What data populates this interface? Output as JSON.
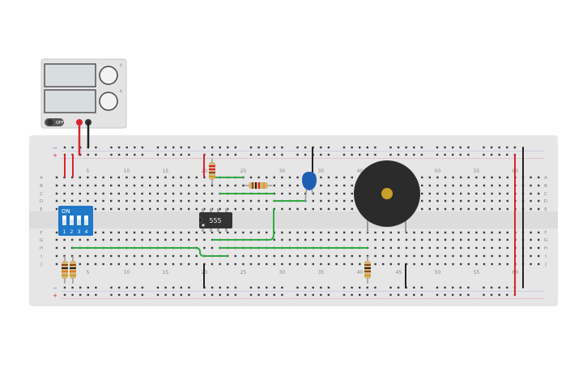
{
  "power_supply": {
    "power_label": "OFF",
    "knob_labels": [
      "V",
      "A"
    ]
  },
  "breadboard": {
    "column_numbers": [
      "5",
      "10",
      "15",
      "20",
      "25",
      "30",
      "35",
      "40",
      "45",
      "50",
      "55",
      "60"
    ],
    "rows_top": [
      "A",
      "B",
      "C",
      "D",
      "E"
    ],
    "rows_bottom": [
      "F",
      "G",
      "H",
      "I",
      "J"
    ],
    "rail_plus": "+",
    "rail_minus": "−"
  },
  "components": {
    "dip_switch": {
      "label": "ON",
      "positions": [
        "1",
        "2",
        "3",
        "4"
      ]
    },
    "ic": {
      "label": "555"
    },
    "buzzer": {
      "name": "piezo-buzzer"
    }
  },
  "colors": {
    "board": "#e6e6e6",
    "hole": "#3a3a3a",
    "wire_red": "#d9232e",
    "wire_black": "#222222",
    "wire_green": "#33a845",
    "dip_blue": "#1f78c8",
    "capacitor_blue": "#1f5fb3"
  }
}
